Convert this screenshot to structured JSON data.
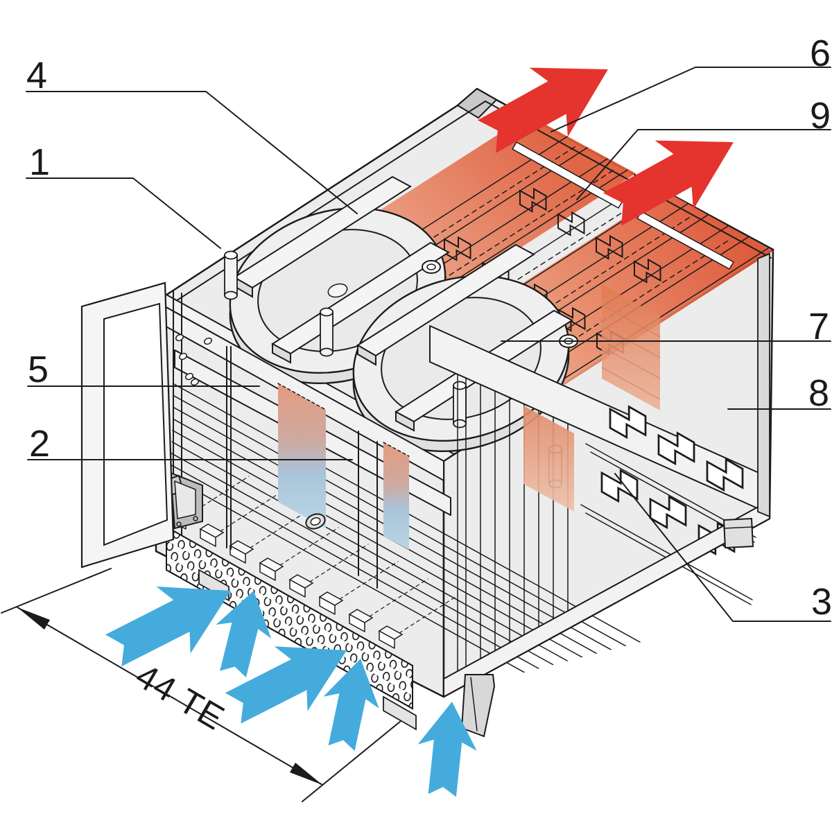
{
  "diagram": {
    "subject": "Ventilated subrack enclosure with fan tray - isometric airflow illustration",
    "dimension_label": "44 TE",
    "callouts": [
      {
        "number": "1"
      },
      {
        "number": "2"
      },
      {
        "number": "3"
      },
      {
        "number": "4"
      },
      {
        "number": "5"
      },
      {
        "number": "6"
      },
      {
        "number": "7"
      },
      {
        "number": "8"
      },
      {
        "number": "9"
      }
    ],
    "airflow": {
      "intake_arrow_count": 5,
      "exhaust_arrow_count": 2,
      "intake_color": "#45abdd",
      "exhaust_color": "#e5332d",
      "heat_band_color": "#df5b38",
      "cool_air_color": "#a9c3d9"
    },
    "artwork_colors": {
      "line": "#1b1b1b",
      "surface": "#ececec",
      "background": "#ffffff"
    }
  }
}
